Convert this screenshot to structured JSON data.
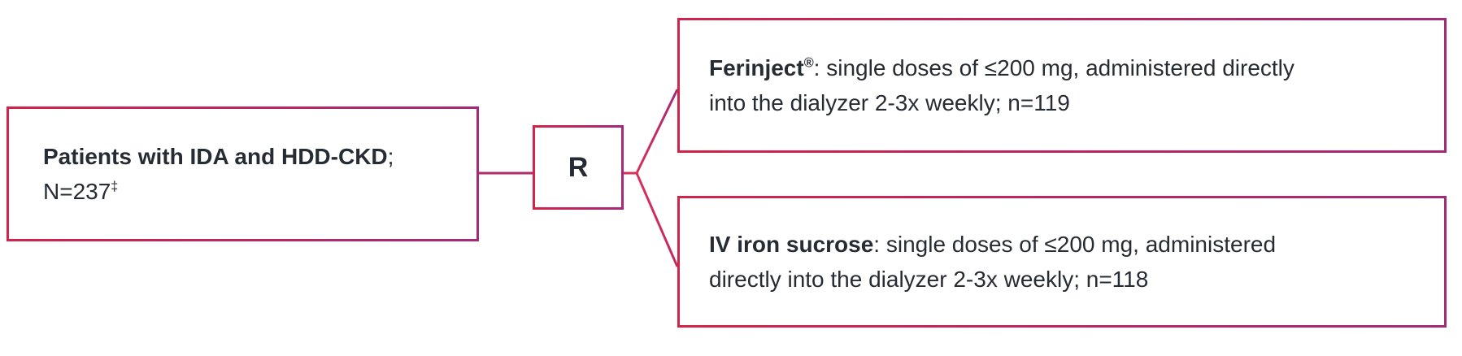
{
  "diagram": {
    "title": "Randomized trial design flowchart",
    "population_box": {
      "label_bold": "Patients with IDA and HDD-CKD",
      "label_tail": ";",
      "n_value": "N=237",
      "n_sup": "‡"
    },
    "randomization_box": {
      "label": "R"
    },
    "arms": [
      {
        "name_bold": "Ferinject",
        "name_sup": "®",
        "line1_rest": ": single doses of ≤200 mg, administered directly",
        "line2": "into the dialyzer 2-3x weekly; n=119"
      },
      {
        "name_bold": "IV iron sucrose",
        "line1_rest": ": single doses of ≤200 mg, administered",
        "line2": "directly into the dialyzer 2-3x weekly; n=118"
      }
    ],
    "colors": {
      "border_gradient_start": "#d2234a",
      "border_gradient_end": "#a42a78",
      "connector_line": "#b22a68",
      "diagonal_line": "#d8305a",
      "text": "#262c33",
      "background": "#ffffff"
    }
  }
}
